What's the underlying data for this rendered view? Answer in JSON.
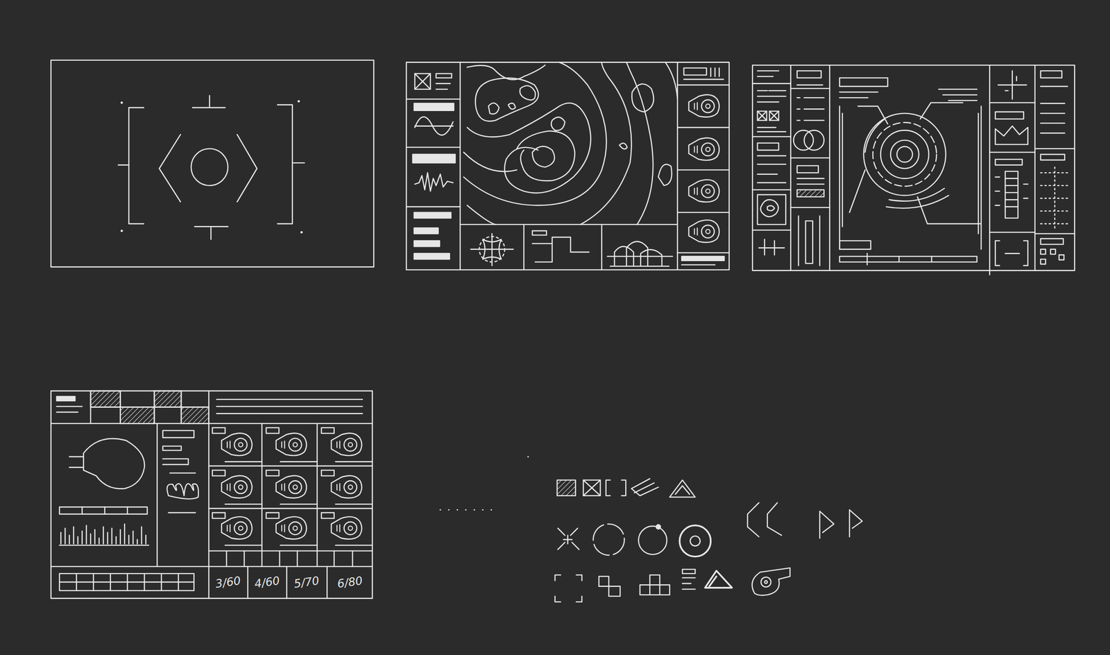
{
  "diagram": {
    "labels": [
      "3/60",
      "4/60",
      "5/70",
      "6/80"
    ]
  }
}
